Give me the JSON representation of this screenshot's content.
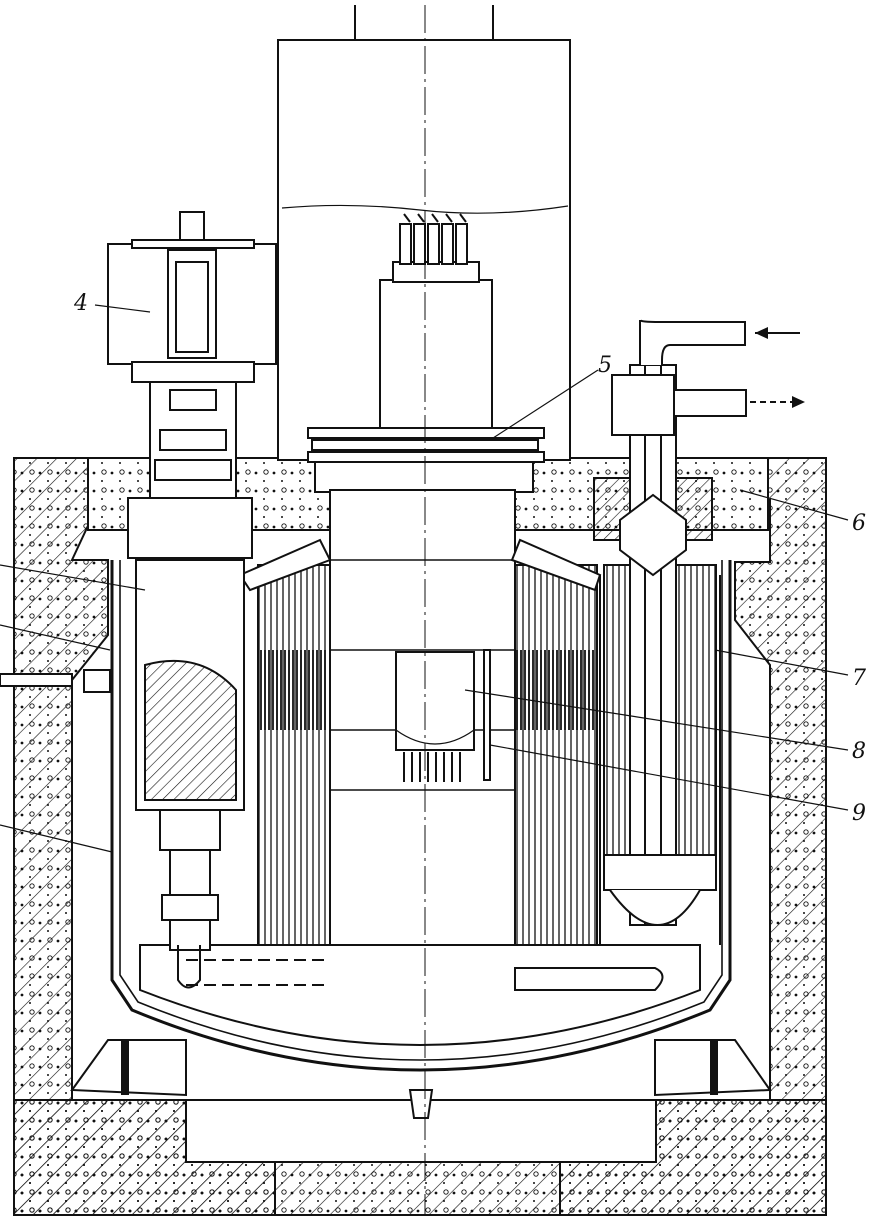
{
  "labels": {
    "n4": "4",
    "n5": "5",
    "n6": "6",
    "n7": "7",
    "n8": "8",
    "n9": "9"
  },
  "arrows": {
    "inlet": "←",
    "outlet": "→"
  }
}
